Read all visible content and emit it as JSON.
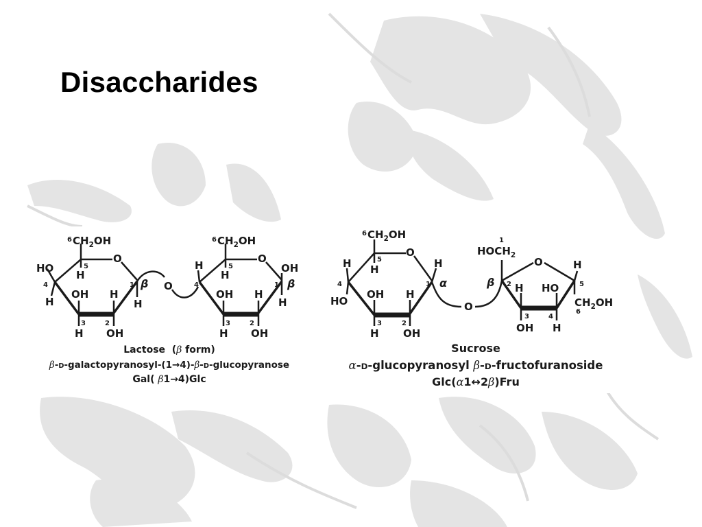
{
  "slide": {
    "title": "Disaccharides"
  },
  "lactose": {
    "name": "Lactose",
    "form_prefix": "(",
    "form_greek": "β",
    "form_suffix": " form)",
    "iupac": {
      "p1": "β",
      "p2": "-",
      "p3": "d",
      "p4": "-galactopyranosyl-(1",
      "p5": "→",
      "p6": "4)-",
      "p7": "β",
      "p8": "-",
      "p9": "d",
      "p10": "-glucopyranose"
    },
    "abbrev": {
      "p1": "Gal(",
      "p2": "β",
      "p3": "1",
      "p4": "→",
      "p5": "4)Glc"
    },
    "structure": {
      "ring1_c6_sup": "6",
      "ring1_c6": "CH2OH",
      "ring2_c6_sup": "6",
      "ring2_c6": "CH2OH",
      "ho": "HO",
      "ring_o": "O",
      "bridge_o": "O",
      "oh": "OH",
      "h": "H",
      "n1": "1",
      "n2": "2",
      "n3": "3",
      "n4": "4",
      "n5": "5",
      "beta": "β"
    }
  },
  "sucrose": {
    "name": "Sucrose",
    "iupac": {
      "p1": "α",
      "p2": "-",
      "p3": "d",
      "p4": "-glucopyranosyl ",
      "p5": "β",
      "p6": "-",
      "p7": "d",
      "p8": "-fructofuranoside"
    },
    "abbrev": {
      "p1": "Glc(",
      "p2": "α",
      "p3": "1",
      "p4": "↔",
      "p5": "2",
      "p6": "β",
      "p7": ")Fru"
    },
    "structure": {
      "glc_c6_sup": "6",
      "glc_c6": "CH2OH",
      "fru_c1_num": "1",
      "fru_c1": "HOCH2",
      "fru_c6": "CH2OH",
      "fru_c6_num": "6",
      "ho": "HO",
      "ring_o": "O",
      "bridge_o": "O",
      "oh": "OH",
      "h": "H",
      "n1": "1",
      "n2": "2",
      "n3": "3",
      "n4": "4",
      "n5": "5",
      "alpha": "α",
      "beta": "β"
    }
  }
}
